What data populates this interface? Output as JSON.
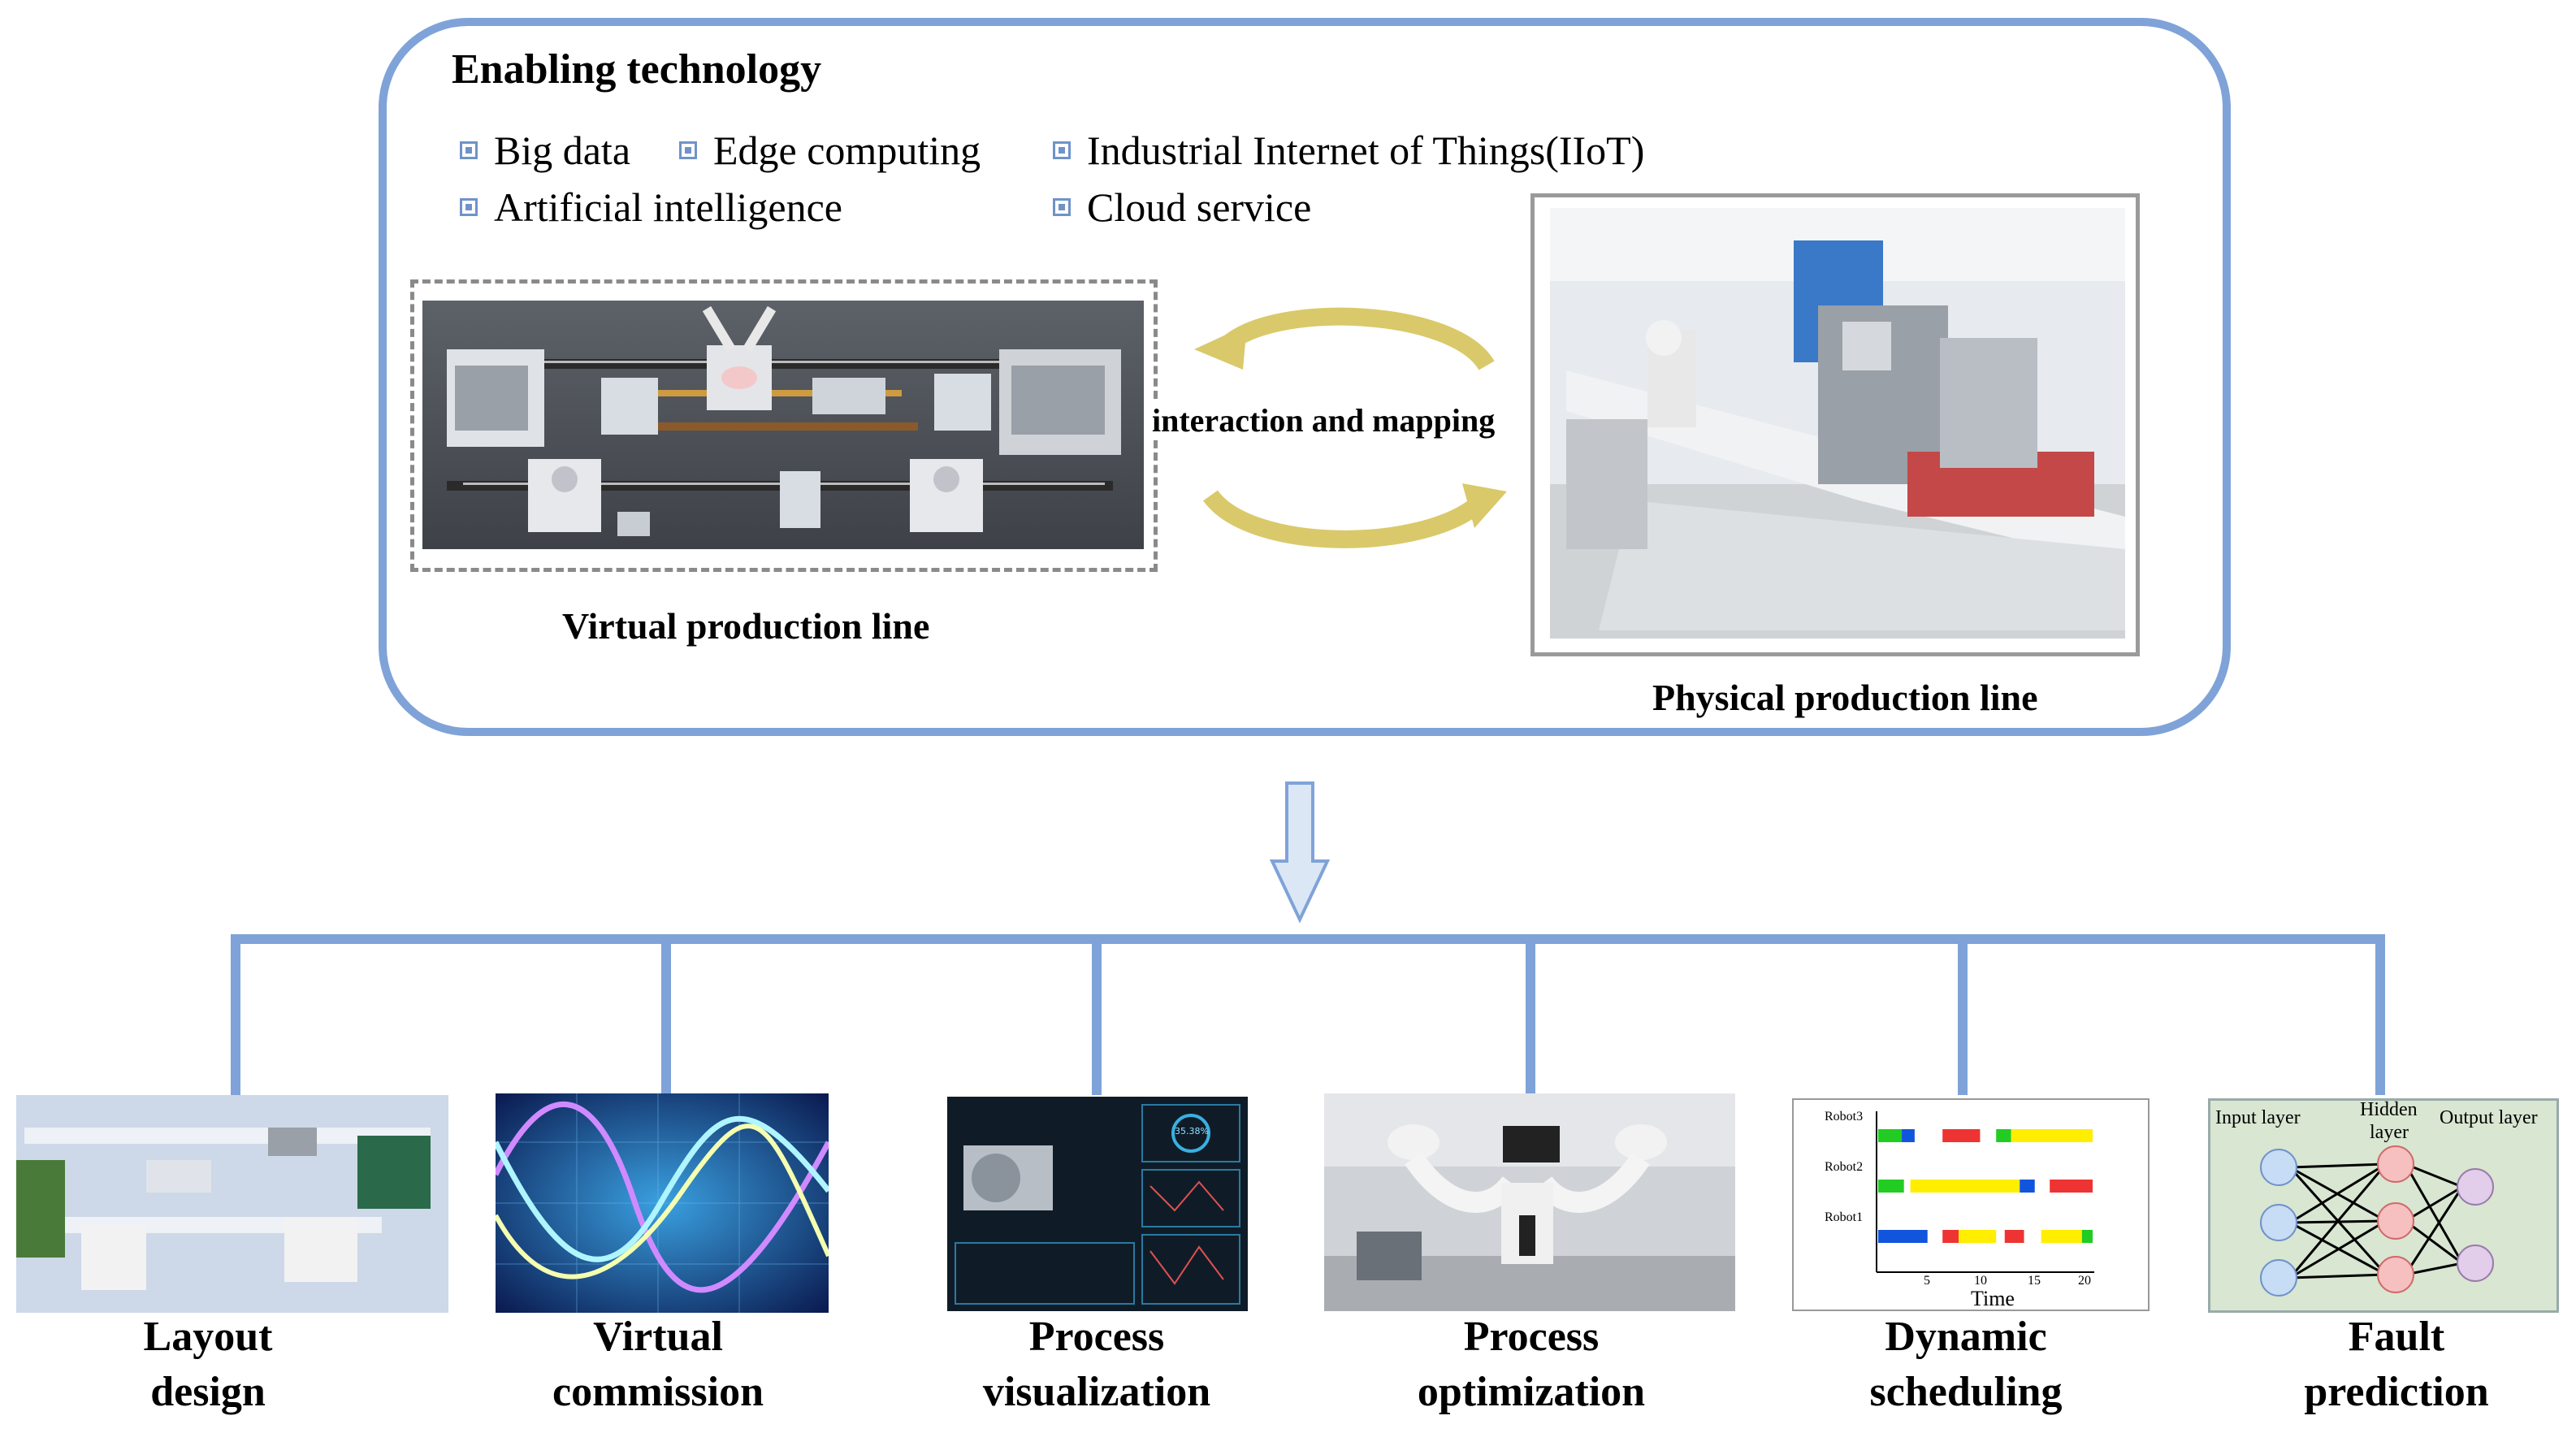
{
  "enabling": {
    "title": "Enabling technology",
    "items": [
      "Big data",
      "Edge computing",
      "Industrial Internet of Things(IIoT)",
      "Artificial intelligence",
      "Cloud service"
    ]
  },
  "virtual_label": "Virtual production line",
  "physical_label": "Physical production line",
  "interaction_label": "interaction and mapping",
  "applications": [
    {
      "line1": "Layout",
      "line2": "design"
    },
    {
      "line1": "Virtual",
      "line2": "commission"
    },
    {
      "line1": "Process",
      "line2": "visualization"
    },
    {
      "line1": "Process",
      "line2": "optimization"
    },
    {
      "line1": "Dynamic",
      "line2": "scheduling"
    },
    {
      "line1": "Fault",
      "line2": "prediction"
    }
  ],
  "visualization_panel": {
    "gauge_value": "35.38%"
  },
  "gantt": {
    "robots": [
      "Robot3",
      "Robot2",
      "Robot1"
    ],
    "ticks": [
      "5",
      "10",
      "15",
      "20"
    ],
    "xlabel": "Time"
  },
  "nn": {
    "input": "Input layer",
    "hidden_1": "Hidden",
    "hidden_2": "layer",
    "output": "Output layer"
  },
  "colors": {
    "accent": "#7fa3d8",
    "arrow": "#d9c96a",
    "gantt_green": "#22cc22",
    "gantt_red": "#ee3333",
    "gantt_yellow": "#ffee00",
    "gantt_blue": "#1155dd"
  }
}
